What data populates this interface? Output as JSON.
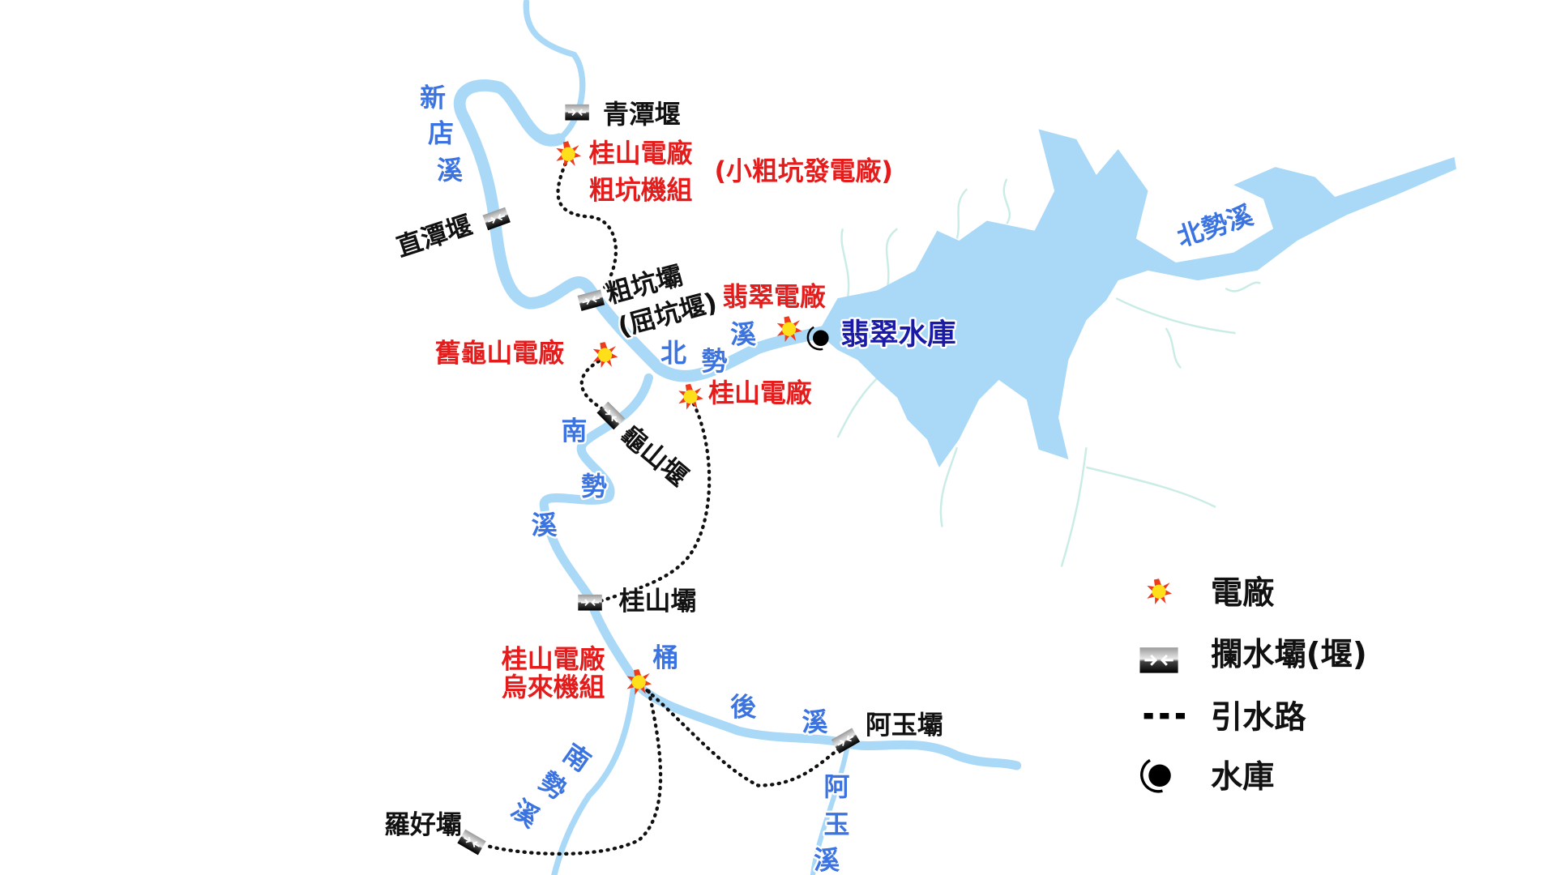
{
  "map": {
    "rivers": {
      "xindian": [
        "新",
        "店",
        "溪"
      ],
      "beishi_lower": [
        "北",
        "勢",
        "溪"
      ],
      "beishi_upper": "北勢溪",
      "nanshi_upper": [
        "南",
        "勢",
        "溪"
      ],
      "tonghou": [
        "桶",
        "後",
        "溪"
      ],
      "ayu": [
        "阿",
        "玉",
        "溪"
      ],
      "nanshi_lower": [
        "南",
        "勢",
        "溪"
      ]
    },
    "dams": {
      "qingtan": "青潭堰",
      "zhitan": "直潭堰",
      "cukeng_1": "粗坑壩",
      "cukeng_2": "(屈坑堰)",
      "guishan_weir": "龜山堰",
      "guishan_dam": "桂山壩",
      "ayu": "阿玉壩",
      "luohao": "羅好壩"
    },
    "plants": {
      "cukeng_1": "桂山電廠",
      "cukeng_2": "粗坑機組",
      "cukeng_note": "(小粗坑發電廠)",
      "feicui": "翡翠電廠",
      "old_guishan": "舊龜山電廠",
      "guishan": "桂山電廠",
      "wulai_1": "桂山電廠",
      "wulai_2": "烏來機組"
    },
    "reservoir": "翡翠水庫"
  },
  "legend": {
    "power_plant": "電廠",
    "dam": "攔水壩(堰)",
    "canal": "引水路",
    "reservoir": "水庫"
  },
  "colors": {
    "water": "#a9d9f7",
    "plant_label": "#e51c1c",
    "river_label": "#3b74e0",
    "reservoir_label": "#1a1aa8"
  }
}
